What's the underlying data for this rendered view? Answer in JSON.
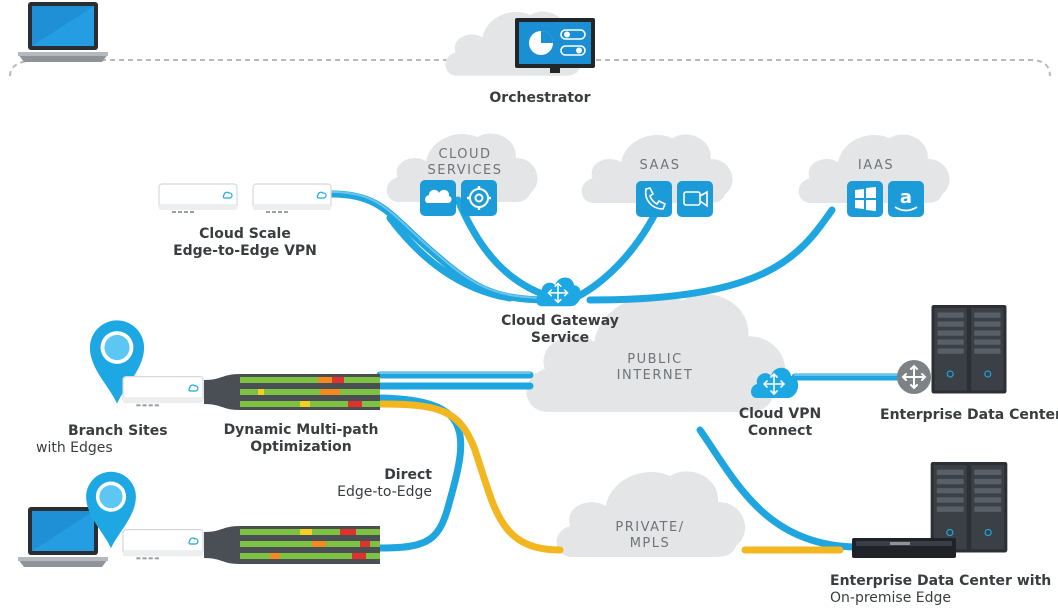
{
  "orchestrator": {
    "label": "Orchestrator"
  },
  "clouds": {
    "cloud_services": [
      "CLOUD",
      "SERVICES"
    ],
    "saas": "SAAS",
    "iaas": "IAAS",
    "public_internet": [
      "PUBLIC",
      "INTERNET"
    ],
    "private_mpls": [
      "PRIVATE/",
      "MPLS"
    ]
  },
  "labels": {
    "cloud_scale": [
      "Cloud Scale",
      "Edge-to-Edge VPN"
    ],
    "cloud_gateway": [
      "Cloud Gateway",
      "Service"
    ],
    "cloud_vpn": [
      "Cloud VPN",
      "Connect"
    ],
    "enterprise_dc": "Enterprise Data Center",
    "enterprise_dc_edge": [
      "Enterprise Data Center with",
      "On-premise Edge"
    ],
    "branch_sites": [
      "Branch Sites",
      "with  Edges"
    ],
    "dmpo": [
      "Dynamic Multi-path",
      "Optimization"
    ],
    "direct": [
      "Direct",
      "Edge-to-Edge"
    ]
  },
  "colors": {
    "cloud": "#e4e5e6",
    "link_blue": "#1fa6e0",
    "link_yellow": "#f2b61e",
    "icon_blue": "#1b9bd7",
    "pin_blue": "#1ea8e3",
    "server": "#2c3035",
    "text": "#3a3d40"
  },
  "icons": {
    "orchestrator": "monitor-dashboard-icon",
    "cloud_services": [
      "cloud-icon",
      "gear-icon"
    ],
    "saas": [
      "phone-icon",
      "video-camera-icon"
    ],
    "iaas": [
      "windows-icon",
      "amazon-icon"
    ],
    "gateway": "cloud-gateway-icon",
    "vpn": "cloud-vpn-icon",
    "router": "router-icon"
  }
}
